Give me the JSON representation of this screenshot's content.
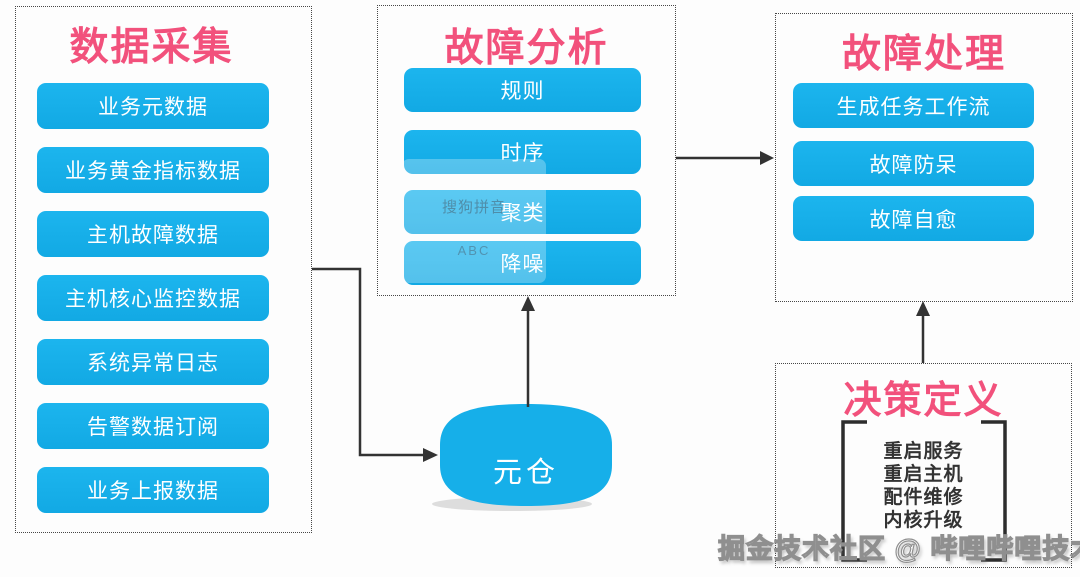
{
  "colors": {
    "title_pink": "#F2517C",
    "node_blue": "#16AFE9",
    "connector_dark": "#333333",
    "decision_text": "#333333"
  },
  "panels": {
    "data_collection": {
      "title": "数据采集",
      "nodes": [
        "业务元数据",
        "业务黄金指标数据",
        "主机故障数据",
        "主机核心监控数据",
        "系统异常日志",
        "告警数据订阅",
        "业务上报数据"
      ]
    },
    "fault_analysis": {
      "title": "故障分析",
      "nodes": [
        "规则",
        "时序",
        "聚类",
        "降噪"
      ]
    },
    "fault_handling": {
      "title": "故障处理",
      "nodes": [
        "生成任务工作流",
        "故障防呆",
        "故障自愈"
      ]
    },
    "decision_definition": {
      "title": "决策定义",
      "options": [
        "重启服务",
        "重启主机",
        "配件维修",
        "内核升级"
      ]
    }
  },
  "meta_warehouse": {
    "label": "元仓"
  },
  "ime_watermark": {
    "name": "搜狗拼音",
    "mode": "ABC"
  },
  "footer_watermark": {
    "text": "掘金技术社区 @ 哔哩哔哩技术"
  }
}
